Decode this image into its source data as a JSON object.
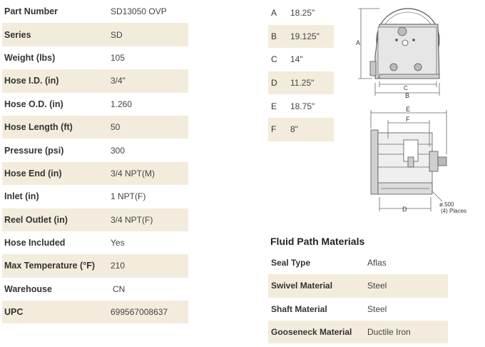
{
  "specs": [
    {
      "label": "Part Number",
      "value": "SD13050 OVP"
    },
    {
      "label": "Series",
      "value": "SD"
    },
    {
      "label": "Weight (lbs)",
      "value": "105"
    },
    {
      "label": "Hose I.D. (in)",
      "value": "3/4\""
    },
    {
      "label": "Hose O.D. (in)",
      "value": "1.260"
    },
    {
      "label": "Hose Length (ft)",
      "value": "50"
    },
    {
      "label": "Pressure (psi)",
      "value": "300"
    },
    {
      "label": "Hose End (in)",
      "value": "3/4 NPT(M)"
    },
    {
      "label": "Inlet (in)",
      "value": "1 NPT(F)"
    },
    {
      "label": "Reel Outlet (in)",
      "value": "3/4 NPT(F)"
    },
    {
      "label": "Hose Included",
      "value": "Yes"
    },
    {
      "label": "Max Temperature (°F)",
      "value": "210"
    },
    {
      "label": "Warehouse",
      "value": "CN"
    },
    {
      "label": "UPC",
      "value": "699567008637"
    }
  ],
  "dimensions": [
    {
      "label": "A",
      "value": "18.25\""
    },
    {
      "label": "B",
      "value": "19.125\""
    },
    {
      "label": "C",
      "value": "14\""
    },
    {
      "label": "D",
      "value": "11.25\""
    },
    {
      "label": "E",
      "value": "18.75\""
    },
    {
      "label": "F",
      "value": "8\""
    }
  ],
  "drawing": {
    "labels": {
      "a": "A",
      "b": "B",
      "c": "C",
      "d": "D",
      "e": "E",
      "f": "F"
    },
    "hole_note_line1": "ø.500",
    "hole_note_line2": "(4) Places"
  },
  "fluid": {
    "title": "Fluid Path Materials",
    "rows": [
      {
        "label": "Seal Type",
        "value": "Aflas"
      },
      {
        "label": "Swivel Material",
        "value": "Steel"
      },
      {
        "label": "Shaft Material",
        "value": "Steel"
      },
      {
        "label": "Gooseneck Material",
        "value": "Ductile Iron"
      }
    ]
  }
}
